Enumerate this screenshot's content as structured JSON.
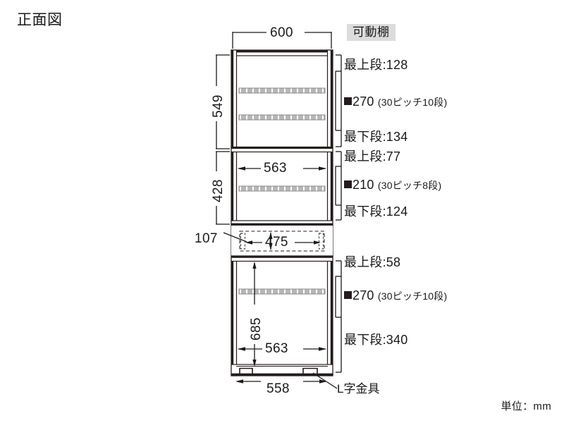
{
  "title": "正面図",
  "badge": {
    "label": "可動棚"
  },
  "unit_note": "単位：mm",
  "callouts": {
    "l_bracket": "L字金具"
  },
  "dimensions": {
    "width_top": "600",
    "height_upper": "549",
    "height_middle": "428",
    "inner_width_middle": "563",
    "drawer_height": "107",
    "drawer_width": "475",
    "bottom_inner_height": "685",
    "inner_width_bottom": "563",
    "base_width": "558"
  },
  "shelf_specs": [
    {
      "id": "upper",
      "top_label": "最上段:128",
      "pitch_mark": "■",
      "pitch_value": "270",
      "pitch_note": "(30ピッチ10段)",
      "bottom_label": "最下段:134"
    },
    {
      "id": "middle",
      "top_label": "最上段:77",
      "pitch_mark": "■",
      "pitch_value": "210",
      "pitch_note": "(30ピッチ8段)",
      "bottom_label": "最下段:124"
    },
    {
      "id": "lower",
      "top_label": "最上段:58",
      "pitch_mark": "■",
      "pitch_value": "270",
      "pitch_note": "(30ピッチ10段)",
      "bottom_label": "最下段:340"
    }
  ],
  "colors": {
    "line": "#1a1a1a",
    "carcass": "#241c1c",
    "shelf_fill": "#b3b3b3",
    "badge_bg": "#dcdcdc",
    "page_bg": "#ffffff"
  }
}
